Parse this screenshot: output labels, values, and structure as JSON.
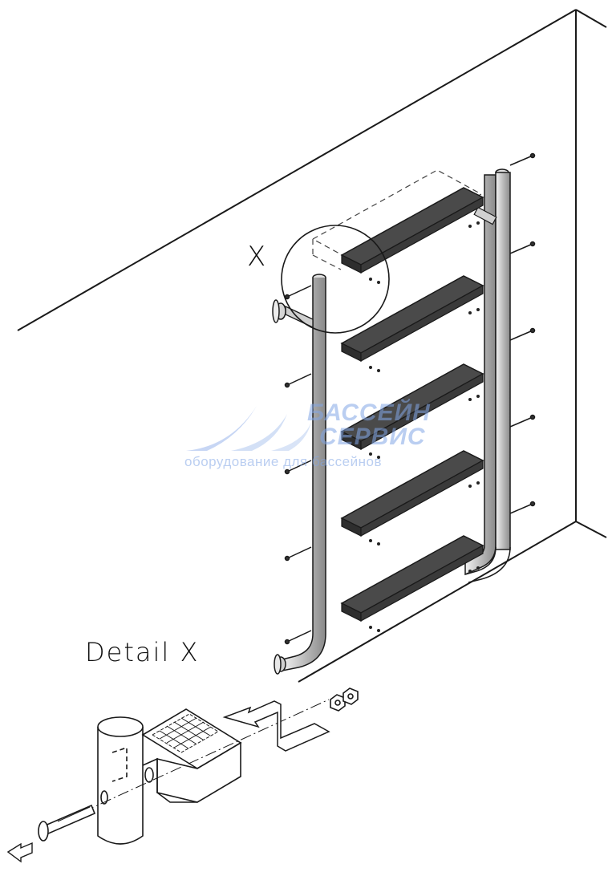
{
  "labels": {
    "detail_marker": "X",
    "detail_title": "Detail X"
  },
  "watermark": {
    "line1": "БАССЕЙН",
    "line2": "СЕРВИС",
    "line3": "оборудование для бассейнов"
  },
  "colors": {
    "line": "#1a1a1a",
    "step": "#4a4a4a",
    "rail": "#cfcfcf",
    "watermark": "#8aa8e6"
  }
}
